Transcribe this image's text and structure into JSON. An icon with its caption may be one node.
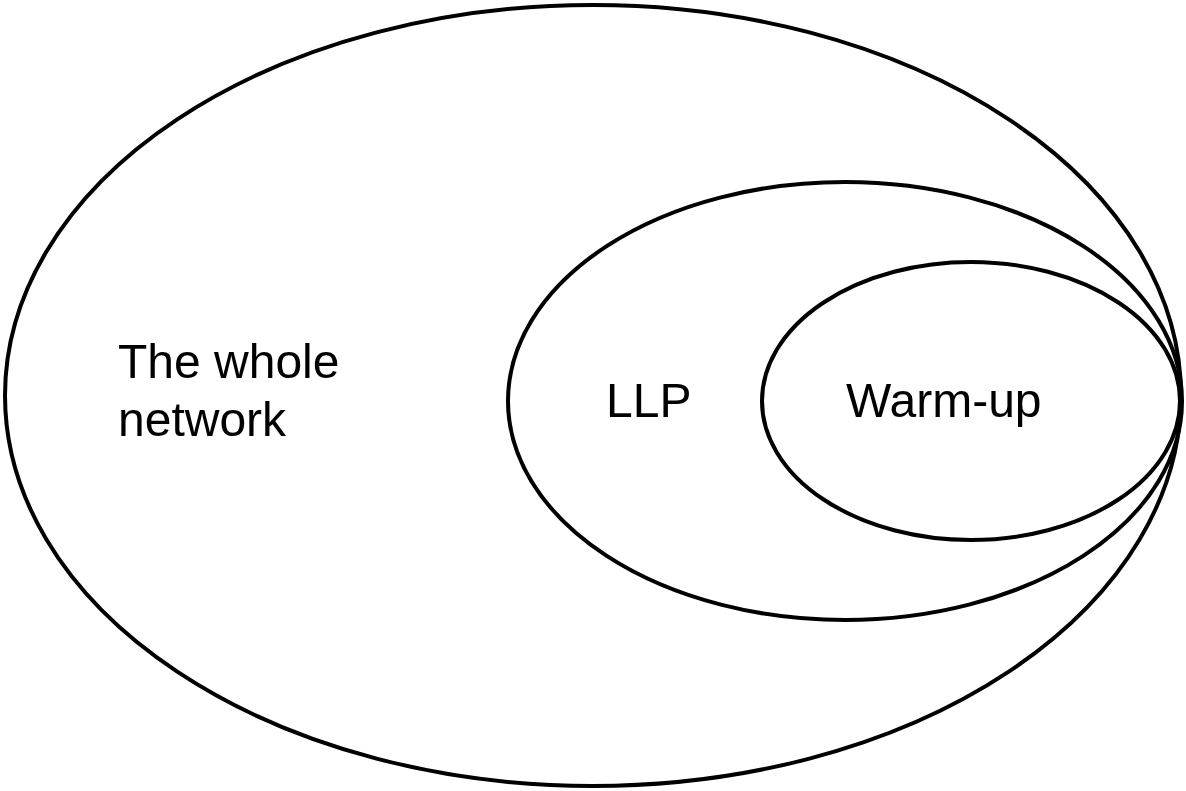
{
  "diagram": {
    "nodes": [
      {
        "text": [
          "The whole network"
        ]
      },
      {
        "text": [
          "LLP"
        ],
        "in": 0
      },
      {
        "text": [
          "Warm-up"
        ],
        "in": 1
      }
    ]
  }
}
